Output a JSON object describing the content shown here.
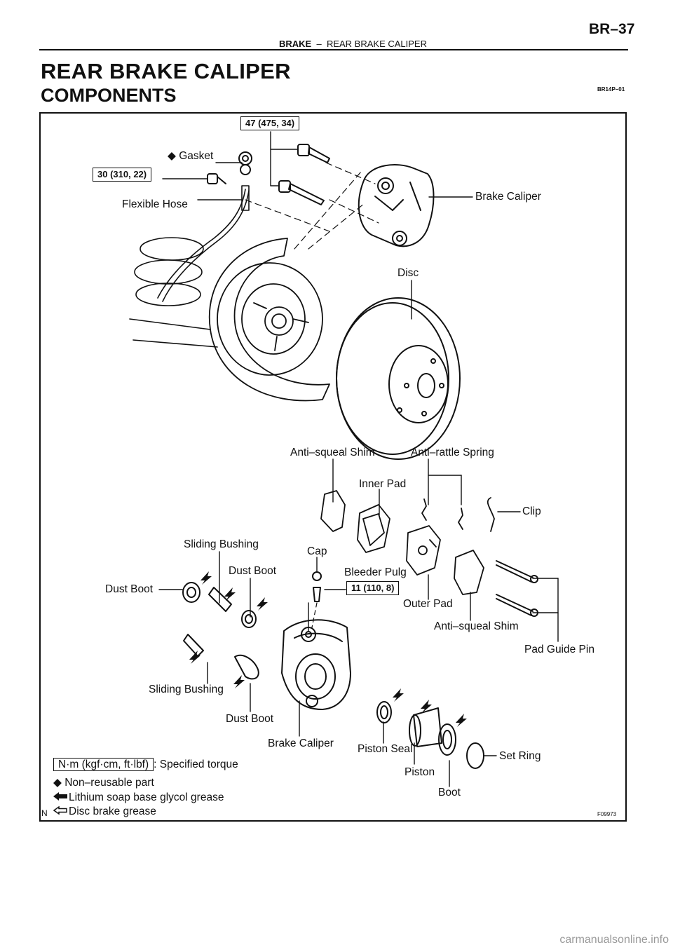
{
  "header": {
    "section": "BRAKE",
    "separator": "–",
    "subsection": "REAR BRAKE CALIPER",
    "page_number": "BR–37"
  },
  "title": "REAR BRAKE CALIPER",
  "subtitle": "COMPONENTS",
  "doc_code": "BR14P–01",
  "figure_code": "F09973",
  "corner_mark": "N",
  "torque_specs": {
    "caliper_bolt": "47 (475, 34)",
    "hose_bolt": "30 (310, 22)",
    "bleeder_plug": "11 (110, 8)"
  },
  "labels": {
    "gasket": "◆ Gasket",
    "flexible_hose": "Flexible Hose",
    "brake_caliper_top": "Brake Caliper",
    "disc": "Disc",
    "anti_squeal_shim_top": "Anti–squeal Shim",
    "anti_rattle_spring": "Anti–rattle Spring",
    "inner_pad": "Inner Pad",
    "clip": "Clip",
    "sliding_bushing_top": "Sliding Bushing",
    "cap": "Cap",
    "dust_boot_top": "Dust Boot",
    "dust_boot_left": "Dust Boot",
    "bleeder_plug": "Bleeder Pulg",
    "outer_pad": "Outer Pad",
    "anti_squeal_shim_bottom": "Anti–squeal Shim",
    "pad_guide_pin": "Pad Guide Pin",
    "sliding_bushing_bottom": "Sliding Bushing",
    "dust_boot_bottom": "Dust Boot",
    "brake_caliper_bottom": "Brake Caliper",
    "piston_seal": "Piston Seal",
    "set_ring": "Set Ring",
    "piston": "Piston",
    "boot": "Boot"
  },
  "legend": {
    "torque_unit": "N·m (kgf·cm, ft·lbf)",
    "torque_desc": ": Specified torque",
    "non_reusable": "◆ Non–reusable part",
    "lithium_grease": "Lithium soap base glycol grease",
    "disc_grease": "Disc brake grease"
  },
  "watermark": "carmanualsonline.info"
}
